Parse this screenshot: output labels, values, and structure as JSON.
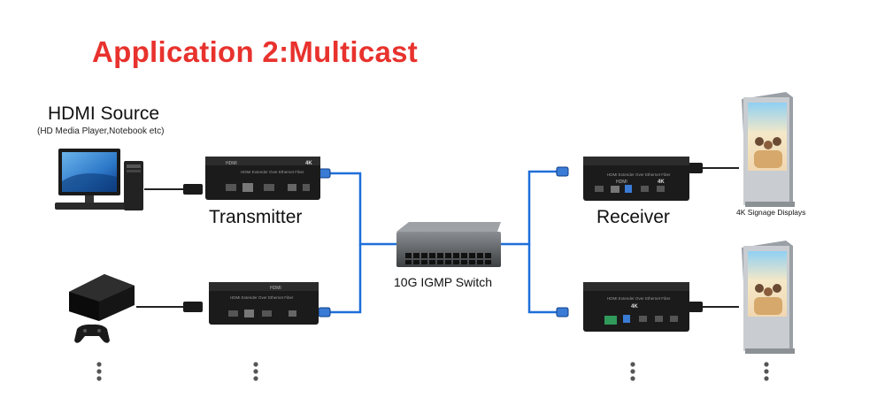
{
  "title": "Application 2:Multicast",
  "source": {
    "title": "HDMI Source",
    "subtitle": "(HD Media Player,Notebook etc)"
  },
  "labels": {
    "transmitter": "Transmitter",
    "receiver": "Receiver",
    "switch": "10G IGMP Switch",
    "signage": "4K Signage Displays"
  },
  "device_text": {
    "brand": "HDMI",
    "badge": "4K",
    "tx_name": "HDMI Extender Over Ethernet Fiber",
    "rx_name": "HDMI Extender Over Ethernet Fiber"
  },
  "colors": {
    "title": "#e8322d",
    "cable_blue": "#1e6fd9",
    "device": "#1b1b1b",
    "switch": "#4a4d50"
  },
  "icons": [
    "desktop-computer-icon",
    "game-console-icon",
    "gamepad-icon",
    "signage-display-icon",
    "ellipsis-vertical-icon"
  ]
}
